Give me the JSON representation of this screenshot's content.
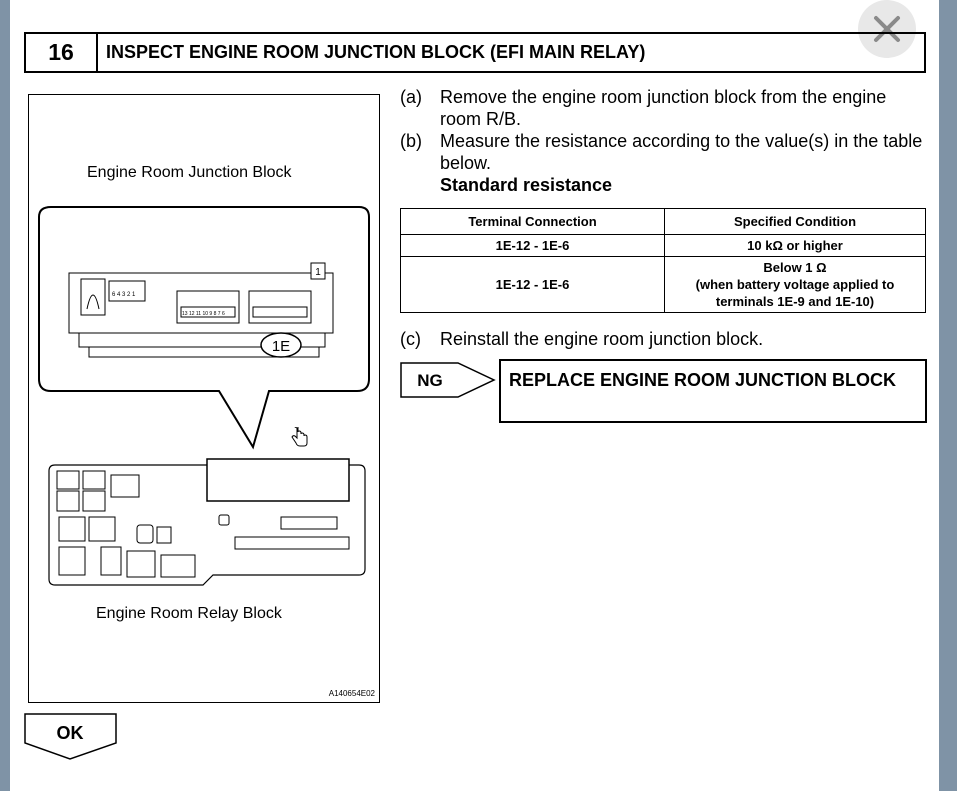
{
  "header": {
    "step_number": "16",
    "title": "INSPECT ENGINE ROOM JUNCTION BLOCK (EFI MAIN RELAY)"
  },
  "figure": {
    "top_label": "Engine Room Junction Block",
    "bottom_label": "Engine Room Relay Block",
    "connector_label": "1E",
    "pin_box_label": "1",
    "figure_code": "A140654E02",
    "pins_row_a": "6 4 3 2 1",
    "pins_row_b": "13 12 11 10 9 8 7 6"
  },
  "steps": [
    {
      "letter": "(a)",
      "text": "Remove the engine room junction block from the engine room R/B."
    },
    {
      "letter": "(b)",
      "text": "Measure the resistance according to the value(s) in the table below."
    }
  ],
  "standard_heading": "Standard resistance",
  "table": {
    "headers": [
      "Terminal Connection",
      "Specified Condition"
    ],
    "rows": [
      {
        "terminal": "1E-12 - 1E-6",
        "condition_lines": [
          "10 kΩ or higher"
        ]
      },
      {
        "terminal": "1E-12 - 1E-6",
        "condition_lines": [
          "Below 1 Ω",
          "(when battery voltage applied to",
          "terminals 1E-9 and 1E-10)"
        ]
      }
    ]
  },
  "step_c": {
    "letter": "(c)",
    "text": "Reinstall the engine room junction block."
  },
  "ng": {
    "label": "NG",
    "action": "REPLACE ENGINE ROOM JUNCTION BLOCK"
  },
  "ok": {
    "label": "OK"
  }
}
